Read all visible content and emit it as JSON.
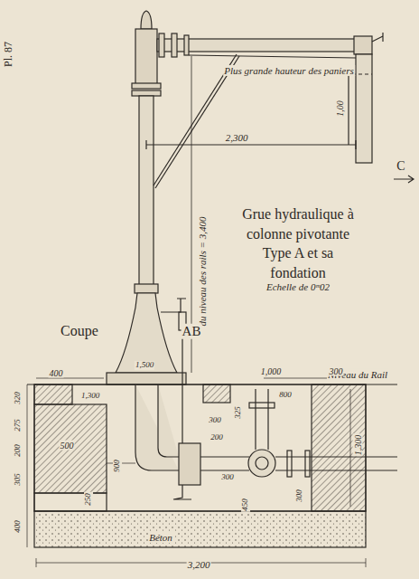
{
  "diagram": {
    "title": "Grue hydraulique à colonne pivotante Type A et sa fondation",
    "caption": "Echelle de 0ᵐ02",
    "labels": [
      "Pl. 87",
      "Plus grande hauteur des paniers",
      "1,00",
      "2,300",
      "C",
      "du niveau des rails = 3,400",
      "Coupe",
      "AB",
      "Niveau du Rail",
      "400",
      "1,500",
      "1,000",
      "300",
      "320",
      "275",
      "200",
      "305",
      "400",
      "1,300",
      "800",
      "325",
      "300",
      "200",
      "300",
      "1,300",
      "500",
      "900",
      "250",
      "450",
      "300",
      "Béton",
      "3,200"
    ]
  }
}
